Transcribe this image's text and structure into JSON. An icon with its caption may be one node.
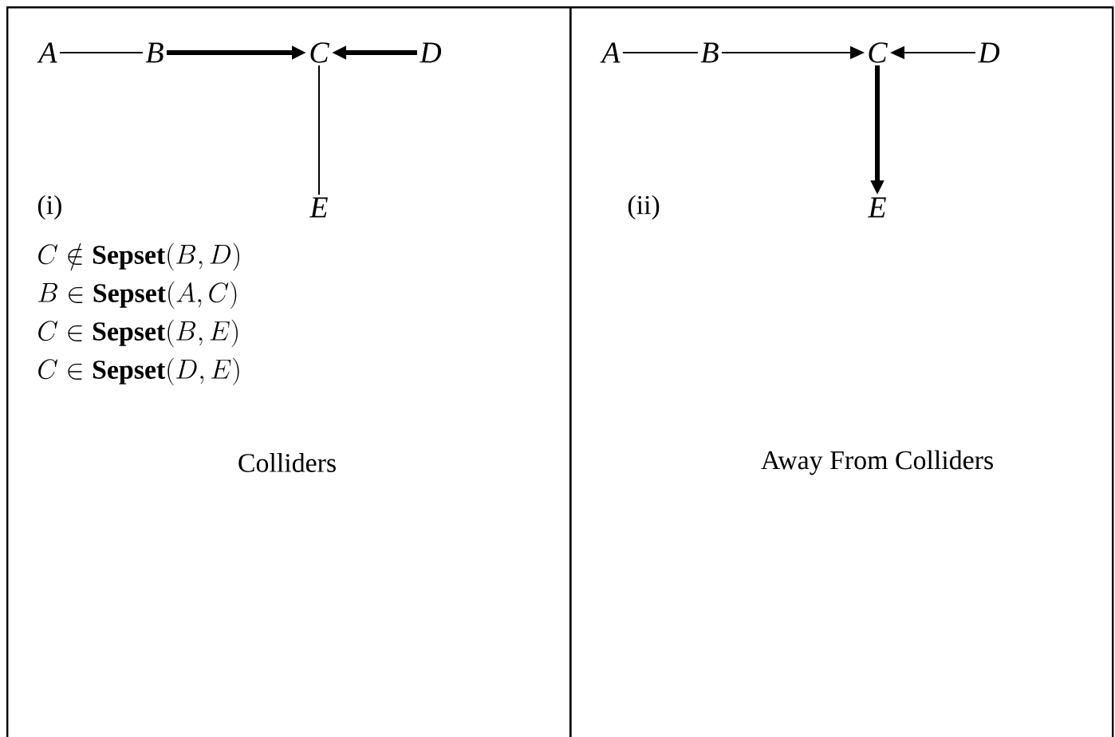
{
  "diagram": {
    "nodes": [
      {
        "text": [
          "(i)",
          "C \\notin \\mathbf{Sepset}(B,D)",
          "B \\in \\mathbf{Sepset}(A,C)",
          "C \\in \\mathbf{Sepset}(B,E)",
          "C \\in \\mathbf{Sepset}(D,E)",
          "Colliders"
        ]
      },
      {
        "text": [
          "A"
        ],
        "in": 0
      },
      {
        "text": [
          "B"
        ],
        "in": 0
      },
      {
        "text": [
          "C"
        ],
        "in": 0
      },
      {
        "text": [
          "D"
        ],
        "in": 0
      },
      {
        "text": [
          "E"
        ],
        "in": 0
      },
      {
        "text": [
          "(ii)",
          "Away From Colliders"
        ]
      },
      {
        "text": [
          "A"
        ],
        "in": 6
      },
      {
        "text": [
          "B"
        ],
        "in": 6
      },
      {
        "text": [
          "C"
        ],
        "in": 6
      },
      {
        "text": [
          "D"
        ],
        "in": 6
      },
      {
        "text": [
          "E"
        ],
        "in": 6
      }
    ],
    "edges": [
      {
        "from": 1,
        "to": 2,
        "arrow": "none"
      },
      {
        "from": 2,
        "to": 3,
        "arrow": "to",
        "style": "thick"
      },
      {
        "from": 4,
        "to": 3,
        "arrow": "to",
        "style": "thick"
      },
      {
        "from": 3,
        "to": 5,
        "arrow": "none"
      },
      {
        "from": 7,
        "to": 8,
        "arrow": "none"
      },
      {
        "from": 8,
        "to": 9,
        "arrow": "to"
      },
      {
        "from": 10,
        "to": 9,
        "arrow": "to"
      },
      {
        "from": 9,
        "to": 11,
        "arrow": "to",
        "style": "thick"
      }
    ]
  }
}
